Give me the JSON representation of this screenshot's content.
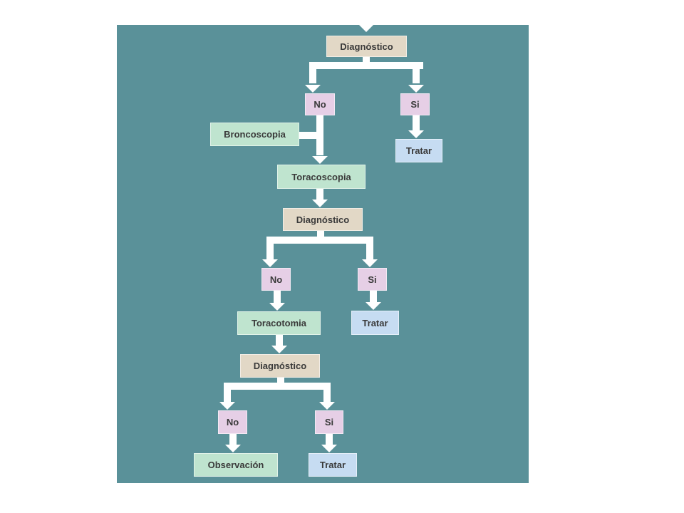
{
  "colors": {
    "panel_bg": "#5a9199",
    "page_bg": "#ffffff",
    "connector": "#ffffff",
    "diagnostic_node": "#e2d8c6",
    "decision_node": "#e6cfe6",
    "procedure_node": "#bfe4cf",
    "treatment_node": "#c6dcf2",
    "text": "#3a3a3a"
  },
  "nodes": {
    "diag1": "Diagnóstico",
    "no1": "No",
    "si1": "Si",
    "broncoscopia": "Broncoscopia",
    "tratar1": "Tratar",
    "toracoscopia": "Toracoscopia",
    "diag2": "Diagnóstico",
    "no2": "No",
    "si2": "Si",
    "toracotomia": "Toracotomia",
    "tratar2": "Tratar",
    "diag3": "Diagnóstico",
    "no3": "No",
    "si3": "Si",
    "observacion": "Observación",
    "tratar3": "Tratar"
  }
}
